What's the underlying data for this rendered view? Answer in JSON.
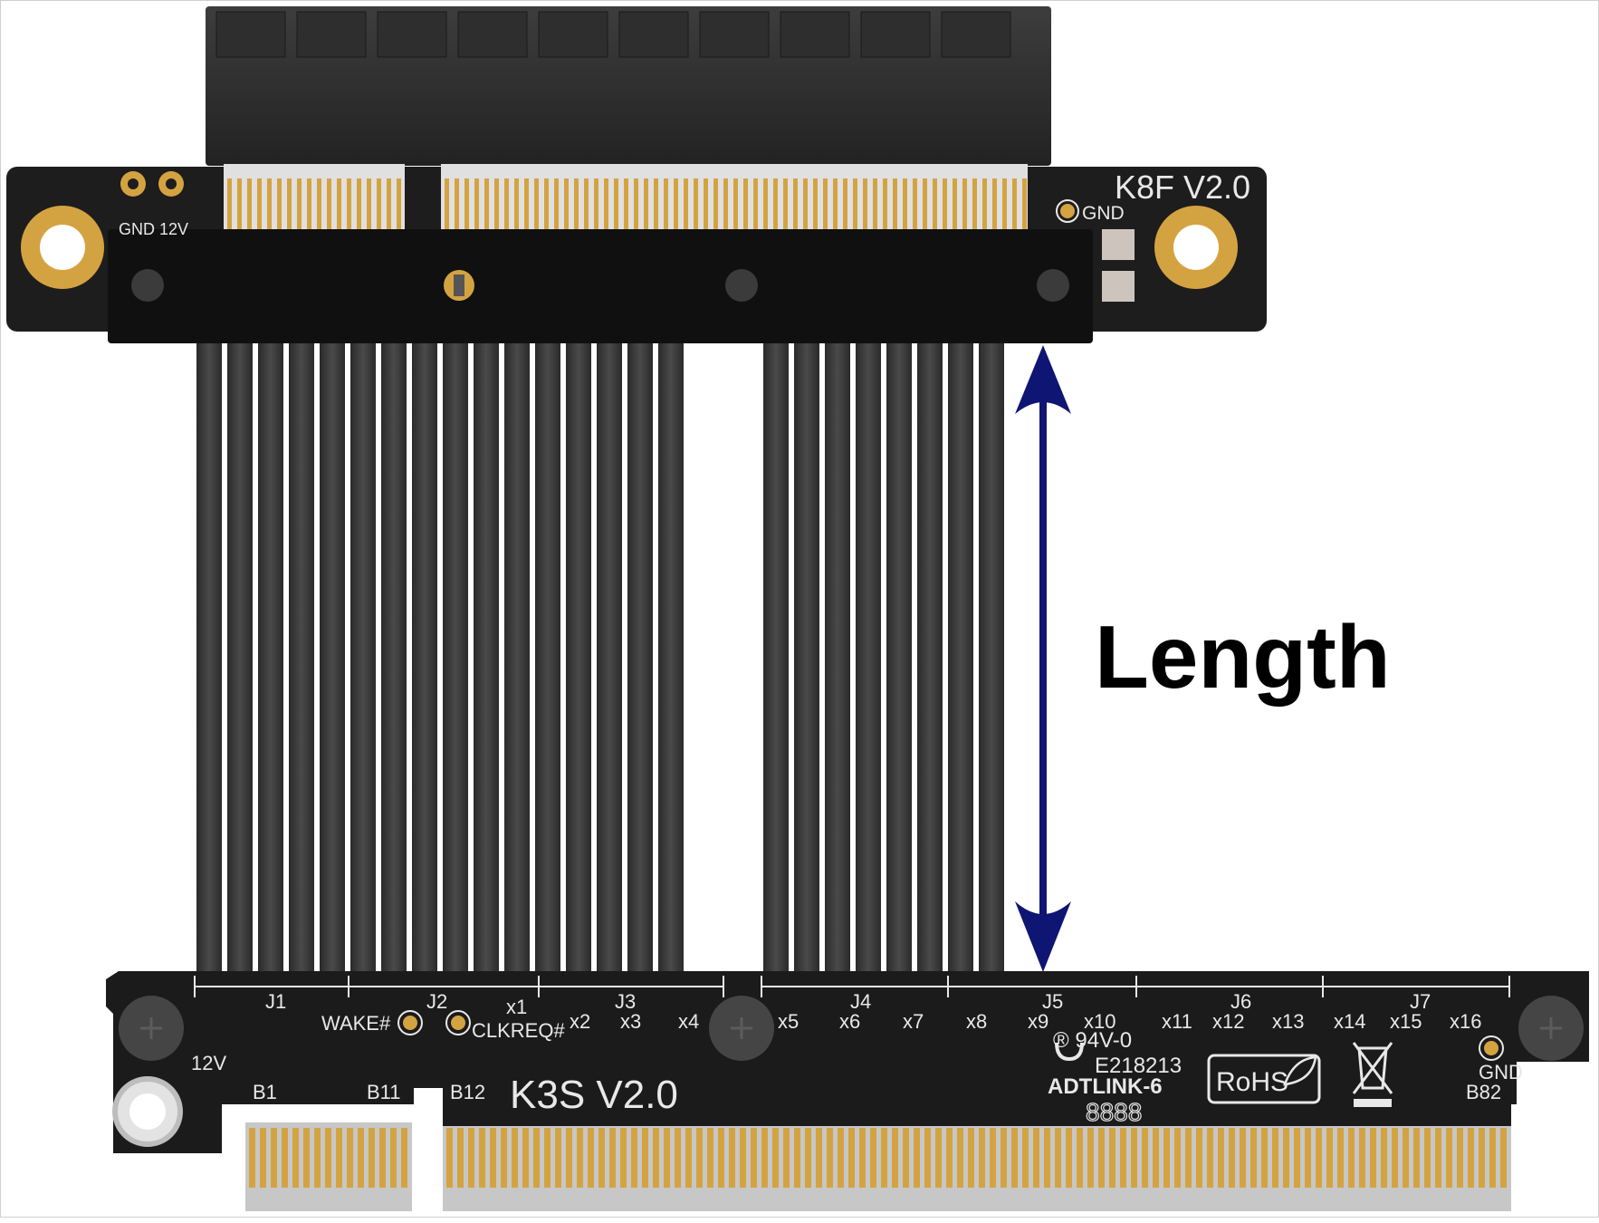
{
  "image": {
    "callout": {
      "label": "Length"
    },
    "top_board": {
      "model": "K8F  V2.0",
      "gnd_label": "GND",
      "pwr_label": "GND 12V"
    },
    "bottom_board": {
      "model": "K3S  V2.0",
      "sections": [
        "J1",
        "J2",
        "J3",
        "J4",
        "J5",
        "J6",
        "J7"
      ],
      "lanes": [
        "x1",
        "x2",
        "x3",
        "x4",
        "x5",
        "x6",
        "x7",
        "x8",
        "x9",
        "x10",
        "x11",
        "x12",
        "x13",
        "x14",
        "x15",
        "x16"
      ],
      "signals": {
        "wake": "WAKE#",
        "clkreq": "CLKREQ#",
        "v12": "12V"
      },
      "pins": {
        "b1": "B1",
        "b11": "B11",
        "b12": "B12",
        "b82": "B82"
      },
      "gnd_label": "GND",
      "cert": {
        "rating": "® 94V-0",
        "file": "E218213",
        "maker": "ADTLINK-6",
        "rohs": "RoHS",
        "code": "8888"
      }
    },
    "colors": {
      "pcb": "#1b1b1b",
      "cable": "#3a3a3a",
      "gold": "#d4a341",
      "arrow": "#0f1573",
      "silkscreen": "#e8e8e8"
    }
  }
}
